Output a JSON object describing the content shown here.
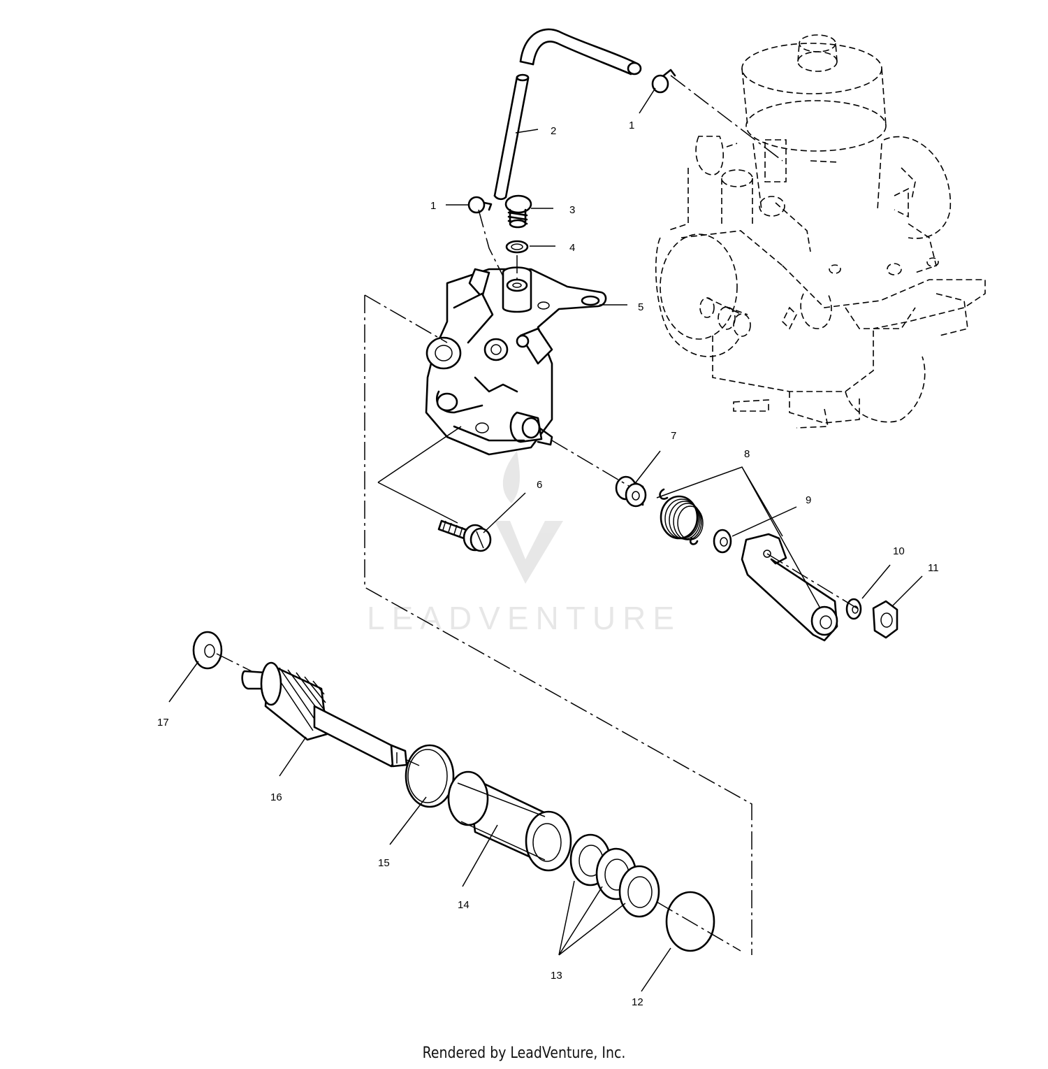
{
  "callouts": [
    {
      "id": "p1a",
      "text": "1"
    },
    {
      "id": "p1b",
      "text": "1"
    },
    {
      "id": "p2",
      "text": "2"
    },
    {
      "id": "p3",
      "text": "3"
    },
    {
      "id": "p4",
      "text": "4"
    },
    {
      "id": "p5",
      "text": "5"
    },
    {
      "id": "p6",
      "text": "6"
    },
    {
      "id": "p7",
      "text": "7"
    },
    {
      "id": "p8",
      "text": "8"
    },
    {
      "id": "p9",
      "text": "9"
    },
    {
      "id": "p10",
      "text": "10"
    },
    {
      "id": "p11",
      "text": "11"
    },
    {
      "id": "p12",
      "text": "12"
    },
    {
      "id": "p13",
      "text": "13"
    },
    {
      "id": "p14",
      "text": "14"
    },
    {
      "id": "p15",
      "text": "15"
    },
    {
      "id": "p16",
      "text": "16"
    },
    {
      "id": "p17",
      "text": "17"
    }
  ],
  "watermark": "LEADVENTURE",
  "footer": "Rendered by LeadVenture, Inc."
}
